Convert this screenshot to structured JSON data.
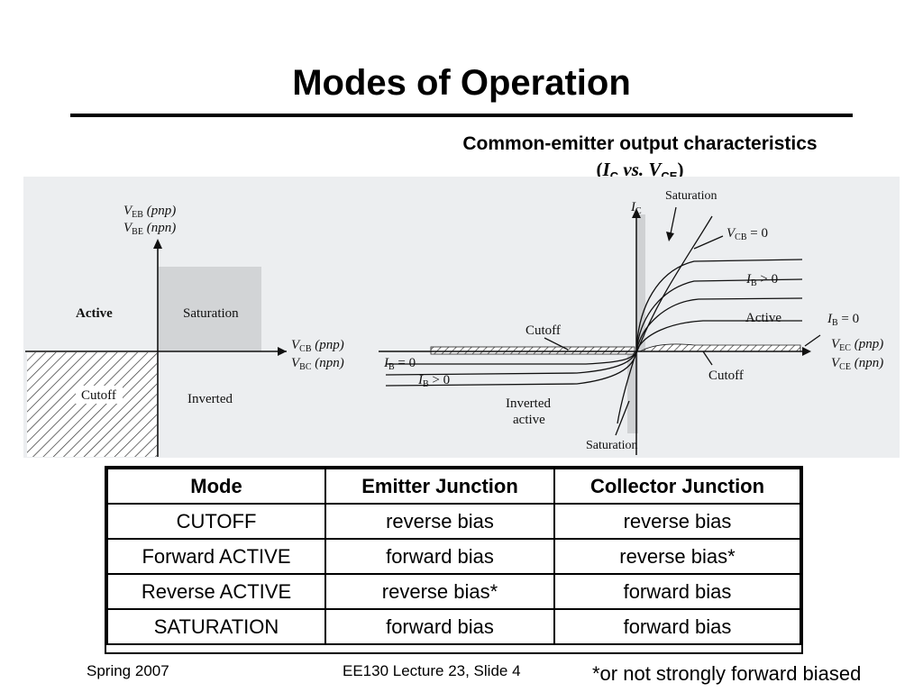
{
  "slide": {
    "title": "Modes of Operation",
    "footer_left": "Spring 2007",
    "footer_center": "EE130 Lecture 23, Slide 4",
    "footnote": "*or not strongly forward biased"
  },
  "caption": {
    "line1": "Common-emitter output characteristics",
    "open_paren": "(",
    "ic_main": "I",
    "ic_sub": "C",
    "vs": " vs. ",
    "vce_main": "V",
    "vce_sub": "CE",
    "close_paren": ")"
  },
  "left_diagram": {
    "vertical_axis_label_1": "V",
    "vertical_axis_label_1_sub": "EB",
    "vertical_axis_label_1_tag": " (pnp)",
    "vertical_axis_label_2": "V",
    "vertical_axis_label_2_sub": "BE",
    "vertical_axis_label_2_tag": " (npn)",
    "horizontal_axis_label_1": "V",
    "horizontal_axis_label_1_sub": "CB",
    "horizontal_axis_label_1_tag": " (pnp)",
    "horizontal_axis_label_2": "V",
    "horizontal_axis_label_2_sub": "BC",
    "horizontal_axis_label_2_tag": " (npn)",
    "region_active": "Active",
    "region_saturation": "Saturation",
    "region_cutoff": "Cutoff",
    "region_inverted": "Inverted"
  },
  "right_diagram": {
    "ic_axis": "I",
    "ic_axis_sub": "C",
    "saturation_top": "Saturation",
    "vcb0": "V",
    "vcb0_sub": "CB",
    "vcb0_tail": " = 0",
    "ib_gt0_top": "I",
    "ib_gt0_top_sub": "B",
    "ib_gt0_top_tail": " > 0",
    "active": "Active",
    "ib_eq0_right": "I",
    "ib_eq0_right_sub": "B",
    "ib_eq0_right_tail": " = 0",
    "vec_label": "V",
    "vec_sub": "EC",
    "vec_tag": " (pnp)",
    "vce_label": "V",
    "vce_sub": "CE",
    "vce_tag": " (npn)",
    "cutoff_left": "Cutoff",
    "cutoff_right": "Cutoff",
    "ib_eq0_left": "I",
    "ib_eq0_left_sub": "B",
    "ib_eq0_left_tail": " = 0",
    "ib_gt0_left": "I",
    "ib_gt0_left_sub": "B",
    "ib_gt0_left_tail": " > 0",
    "inverted_line1": "Inverted",
    "inverted_line2": "active",
    "saturation_bottom": "Saturation"
  },
  "table": {
    "headers": [
      "Mode",
      "Emitter Junction",
      "Collector Junction"
    ],
    "rows": [
      [
        "CUTOFF",
        "reverse bias",
        "reverse bias"
      ],
      [
        "Forward ACTIVE",
        "forward bias",
        "reverse bias*"
      ],
      [
        "Reverse ACTIVE",
        "reverse bias*",
        "forward bias"
      ],
      [
        "SATURATION",
        "forward bias",
        "forward bias"
      ]
    ]
  }
}
